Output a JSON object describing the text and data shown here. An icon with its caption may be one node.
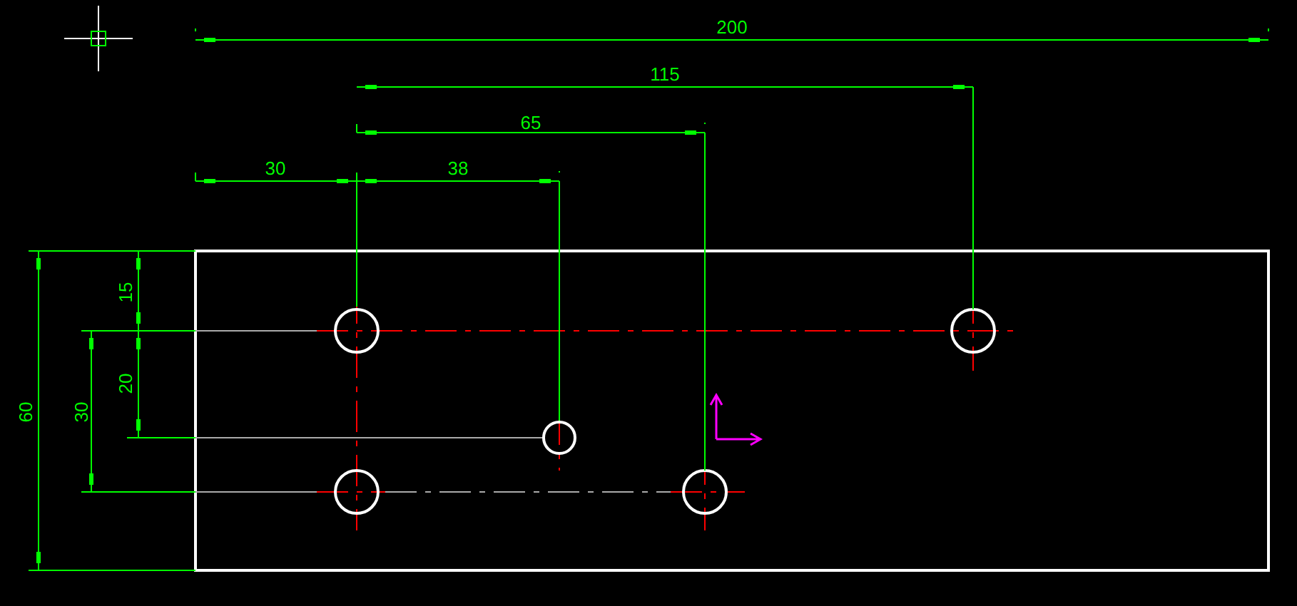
{
  "diagram": {
    "labels": [
      "200",
      "115",
      "65",
      "30",
      "38",
      "15",
      "20",
      "60",
      "30"
    ]
  }
}
